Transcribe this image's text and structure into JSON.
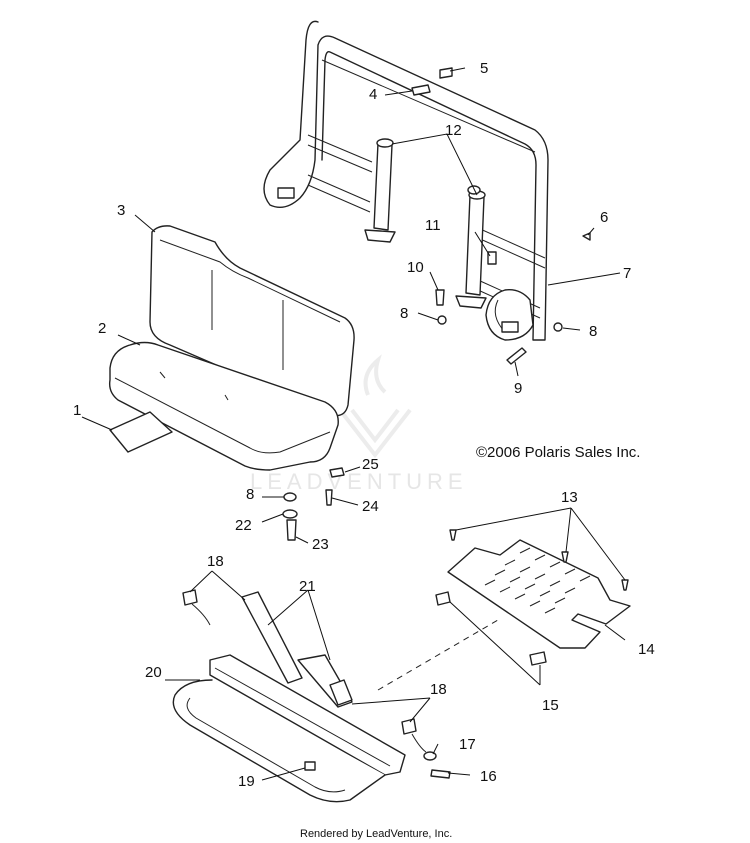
{
  "copyright": "©2006 Polaris Sales Inc.",
  "watermark": "LEADVENTURE",
  "footer": "Rendered by LeadVenture, Inc.",
  "callouts": {
    "c1": "1",
    "c2": "2",
    "c3": "3",
    "c4": "4",
    "c5": "5",
    "c6": "6",
    "c7": "7",
    "c8a": "8",
    "c8b": "8",
    "c8c": "8",
    "c9": "9",
    "c10": "10",
    "c11": "11",
    "c12": "12",
    "c13": "13",
    "c14": "14",
    "c15": "15",
    "c16": "16",
    "c17": "17",
    "c18a": "18",
    "c18b": "18",
    "c19": "19",
    "c20": "20",
    "c21": "21",
    "c22": "22",
    "c23": "23",
    "c24": "24",
    "c25": "25"
  },
  "colors": {
    "line": "#222222",
    "watermark": "#e6e6e6"
  }
}
